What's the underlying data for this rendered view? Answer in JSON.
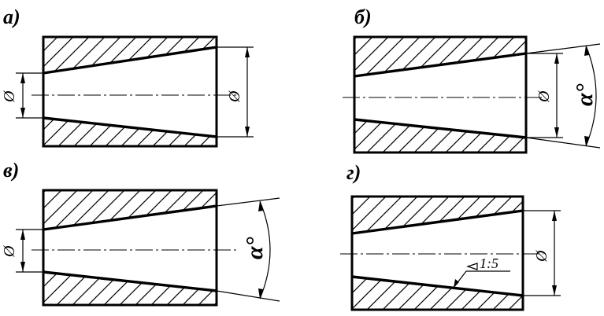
{
  "panels": [
    {
      "label": "а)",
      "dims": {
        "small_diameter": "Ø",
        "large_diameter": "Ø"
      }
    },
    {
      "label": "б)",
      "dims": {
        "large_diameter": "Ø",
        "angle": "α°"
      }
    },
    {
      "label": "в)",
      "dims": {
        "small_diameter": "Ø",
        "angle": "α°"
      }
    },
    {
      "label": "г)",
      "dims": {
        "large_diameter": "Ø",
        "taper": "1:5"
      }
    }
  ],
  "colors": {
    "ink": "#000000",
    "paper": "#ffffff"
  }
}
